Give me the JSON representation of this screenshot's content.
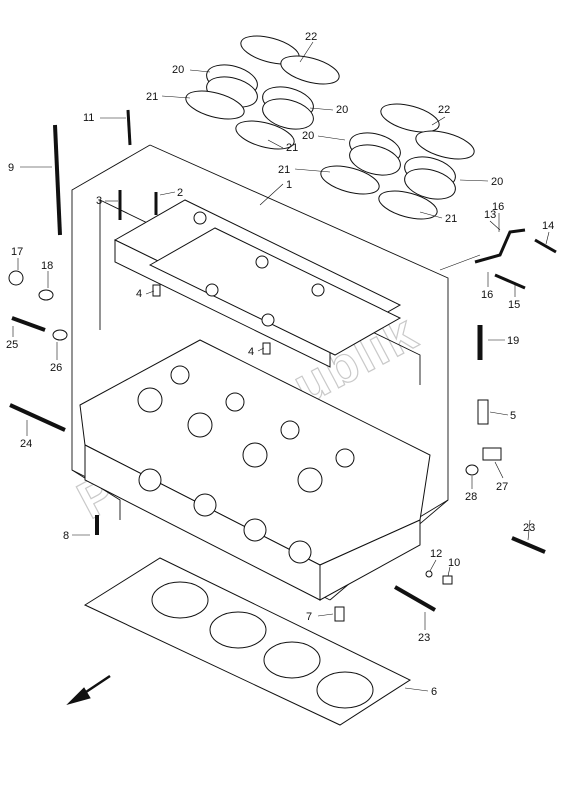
{
  "watermark": {
    "text": "PartsRepublik"
  },
  "callouts": [
    {
      "id": "c22a",
      "label": "22"
    },
    {
      "id": "c20a",
      "label": "20"
    },
    {
      "id": "c21a",
      "label": "21"
    },
    {
      "id": "c20b",
      "label": "20"
    },
    {
      "id": "c22b",
      "label": "22"
    },
    {
      "id": "c11",
      "label": "11"
    },
    {
      "id": "c21b",
      "label": "21"
    },
    {
      "id": "c20c",
      "label": "20"
    },
    {
      "id": "c9",
      "label": "9"
    },
    {
      "id": "c21c",
      "label": "21"
    },
    {
      "id": "c20d",
      "label": "20"
    },
    {
      "id": "c2",
      "label": "2"
    },
    {
      "id": "c3",
      "label": "3"
    },
    {
      "id": "c1",
      "label": "1"
    },
    {
      "id": "c21d",
      "label": "21"
    },
    {
      "id": "c13",
      "label": "13"
    },
    {
      "id": "c16a",
      "label": "16"
    },
    {
      "id": "c14",
      "label": "14"
    },
    {
      "id": "c17",
      "label": "17"
    },
    {
      "id": "c18",
      "label": "18"
    },
    {
      "id": "c4a",
      "label": "4"
    },
    {
      "id": "c16b",
      "label": "16"
    },
    {
      "id": "c15",
      "label": "15"
    },
    {
      "id": "c25",
      "label": "25"
    },
    {
      "id": "c19",
      "label": "19"
    },
    {
      "id": "c4b",
      "label": "4"
    },
    {
      "id": "c26",
      "label": "26"
    },
    {
      "id": "c24",
      "label": "24"
    },
    {
      "id": "c5",
      "label": "5"
    },
    {
      "id": "c27",
      "label": "27"
    },
    {
      "id": "c28",
      "label": "28"
    },
    {
      "id": "c8",
      "label": "8"
    },
    {
      "id": "c23a",
      "label": "23"
    },
    {
      "id": "c12",
      "label": "12"
    },
    {
      "id": "c10",
      "label": "10"
    },
    {
      "id": "c7",
      "label": "7"
    },
    {
      "id": "c23b",
      "label": "23"
    },
    {
      "id": "c6",
      "label": "6"
    }
  ]
}
